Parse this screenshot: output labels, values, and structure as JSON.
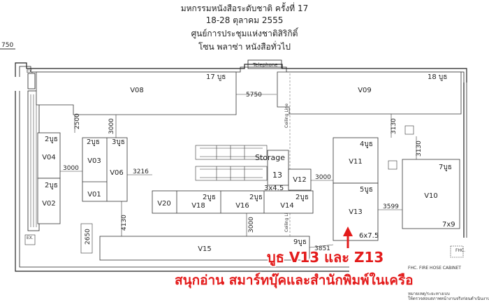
{
  "header": {
    "line1": "มหกรรมหนังสือระดับชาติ ครั้งที่ 17",
    "line2": "18-28 ตุลาคม 2555",
    "line3": "ศูนย์การประชุมแห่งชาติสิริกิติ์",
    "line4": "โซน พลาซ่า หนังสือทั่วไป"
  },
  "edge_dim": "750",
  "telephone": "Telephone",
  "ex1": "EX.",
  "ex2": "EX.",
  "booths": {
    "v08": "V08",
    "v08_count": "17 บูธ",
    "v09": "V09",
    "v09_count": "18 บูธ",
    "v04": "V04",
    "v04_count": "2บูธ",
    "v02": "V02",
    "v02_count": "2บูธ",
    "v03": "V03",
    "v03_count": "2บูธ",
    "v06": "V06",
    "v06_count": "3บูธ",
    "v01": "V01",
    "v20": "V20",
    "v18": "V18",
    "v18_count": "2บูธ",
    "v16": "V16",
    "v16_count": "2บูธ",
    "v14": "V14",
    "v14_count": "2บูธ",
    "v12": "V12",
    "v11": "V11",
    "v11_count": "4บูธ",
    "v13": "V13",
    "v13_count": "5บูธ",
    "v13_size": "6x7.5",
    "v10": "V10",
    "v10_count": "7บูธ",
    "v10_size": "7x9",
    "v15": "V15",
    "v15_count": "9บูธ"
  },
  "storage": {
    "label": "Storage",
    "num": "13",
    "size": "3x4.5"
  },
  "dims": {
    "d5750": "5750",
    "d2500": "2500",
    "d3000a": "3000",
    "d3000b": "3000",
    "d3216": "3216",
    "d3000c": "3000",
    "d3130a": "3130",
    "d3130b": "3130",
    "d3599": "3599",
    "d4130": "4130",
    "d3000d": "3000",
    "d2650": "2650",
    "d3851": "3851"
  },
  "ceiling": "Ceiling Line",
  "fhc": "FHC.",
  "fhc_note": "FHC. FIRE HOSE CABINET",
  "fine_note1": "หมายเหตุ/ระยะทางเบบ",
  "fine_note2": "ให้ตรวจสอบสภาพหน้างานจริงก่อนดำเนินงาน",
  "annotation": {
    "line1": "บูธ V13 และ Z13",
    "line2": "สนุกอ่าน สมาร์ทบุ๊คและสำนักพิมพ์ในเครือ",
    "color": "#e31b1b"
  }
}
